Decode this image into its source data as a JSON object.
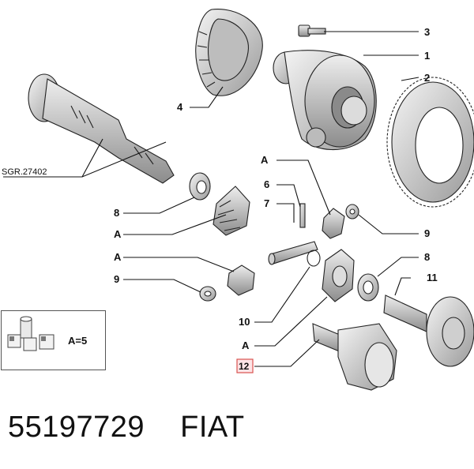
{
  "callouts": {
    "c1": "1",
    "c2": "2",
    "c3": "3",
    "c4": "4",
    "c6": "6",
    "c7": "7",
    "c8a": "8",
    "c8b": "8",
    "c9a": "9",
    "c9b": "9",
    "c10": "10",
    "c11": "11",
    "c12": "12",
    "a1": "A",
    "a2": "A",
    "a3": "A",
    "a4": "A"
  },
  "reference": "SGR.27402",
  "legend": {
    "text": "A=5"
  },
  "footer": {
    "part_number": "55197729",
    "brand": "FIAT"
  },
  "colors": {
    "highlight_border": "#d9534f",
    "highlight_fill": "#fde4e6",
    "ink": "#111111"
  }
}
